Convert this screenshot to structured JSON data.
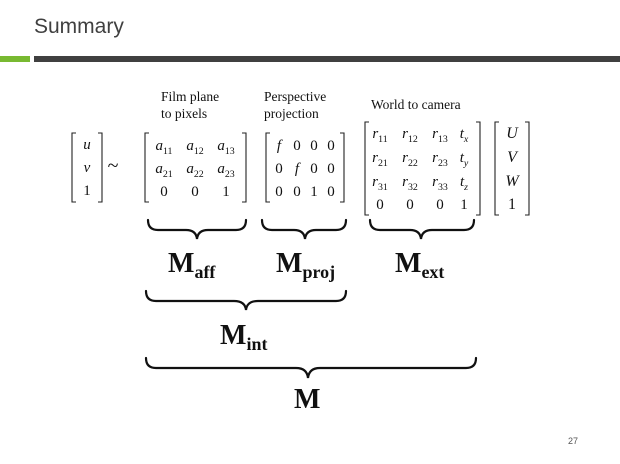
{
  "title": "Summary",
  "labels": {
    "film_plane_1": "Film plane",
    "film_plane_2": "to pixels",
    "perspective_1": "Perspective",
    "perspective_2": "projection",
    "world_to_camera": "World to camera"
  },
  "tilde": "~",
  "uv": [
    "u",
    "v",
    "1"
  ],
  "m_aff": [
    [
      "a11",
      "a12",
      "a13"
    ],
    [
      "a21",
      "a22",
      "a23"
    ],
    [
      "0",
      "0",
      "1"
    ]
  ],
  "m_proj": [
    [
      "f",
      "0",
      "0",
      "0"
    ],
    [
      "0",
      "f",
      "0",
      "0"
    ],
    [
      "0",
      "0",
      "1",
      "0"
    ]
  ],
  "m_ext": [
    [
      "r11",
      "r12",
      "r13",
      "tx"
    ],
    [
      "r21",
      "r22",
      "r23",
      "ty"
    ],
    [
      "r31",
      "r32",
      "r33",
      "tz"
    ],
    [
      "0",
      "0",
      "0",
      "1"
    ]
  ],
  "uvw": [
    "U",
    "V",
    "W",
    "1"
  ],
  "brace_labels": {
    "aff": {
      "base": "M",
      "sub": "aff"
    },
    "proj": {
      "base": "M",
      "sub": "proj"
    },
    "ext": {
      "base": "M",
      "sub": "ext"
    },
    "int": {
      "base": "M",
      "sub": "int"
    },
    "total": {
      "base": "M",
      "sub": ""
    }
  },
  "page_number": "27"
}
